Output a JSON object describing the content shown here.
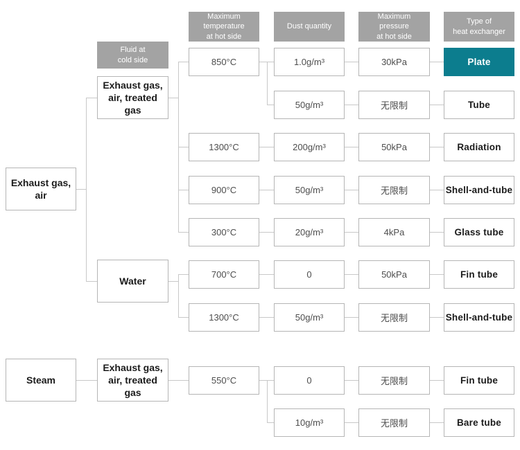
{
  "palette": {
    "header_bg": "#a3a3a3",
    "header_text": "#ffffff",
    "highlight_bg": "#0c7d8e",
    "highlight_text": "#ffffff",
    "box_border": "#b5b5b5",
    "connector_line": "#c8c8c8",
    "value_text": "#4d4d4d",
    "label_text": "#1b1b1b"
  },
  "headers": {
    "fluid_cold": [
      "Fluid at",
      "cold side"
    ],
    "max_temp": [
      "Maximum",
      "temperature",
      "at hot side"
    ],
    "dust": [
      "Dust quantity"
    ],
    "max_pressure": [
      "Maximum",
      "pressure",
      "at hot side"
    ],
    "type": [
      "Type of",
      "heat exchanger"
    ]
  },
  "sources": {
    "exhaust_gas_air": "Exhaust gas, air",
    "steam": "Steam"
  },
  "cold_fluids": {
    "exhaust_treated_top": "Exhaust gas, air, treated gas",
    "water": "Water",
    "exhaust_treated_bottom": "Exhaust gas, air, treated gas"
  },
  "rows": [
    {
      "temp": "850°C",
      "dust": "1.0g/m³",
      "pressure": "30kPa",
      "type": "Plate",
      "highlight": true
    },
    {
      "temp": "",
      "dust": "50g/m³",
      "pressure": "无限制",
      "type": "Tube",
      "highlight": false
    },
    {
      "temp": "1300°C",
      "dust": "200g/m³",
      "pressure": "50kPa",
      "type": "Radiation",
      "highlight": false
    },
    {
      "temp": "900°C",
      "dust": "50g/m³",
      "pressure": "无限制",
      "type": "Shell-and-tube",
      "highlight": false
    },
    {
      "temp": "300°C",
      "dust": "20g/m³",
      "pressure": "4kPa",
      "type": "Glass tube",
      "highlight": false
    },
    {
      "temp": "700°C",
      "dust": "0",
      "pressure": "50kPa",
      "type": "Fin tube",
      "highlight": false
    },
    {
      "temp": "1300°C",
      "dust": "50g/m³",
      "pressure": "无限制",
      "type": "Shell-and-tube",
      "highlight": false
    },
    {
      "temp": "550°C",
      "dust": "0",
      "pressure": "无限制",
      "type": "Fin tube",
      "highlight": false
    },
    {
      "temp": "",
      "dust": "10g/m³",
      "pressure": "无限制",
      "type": "Bare tube",
      "highlight": false
    }
  ]
}
